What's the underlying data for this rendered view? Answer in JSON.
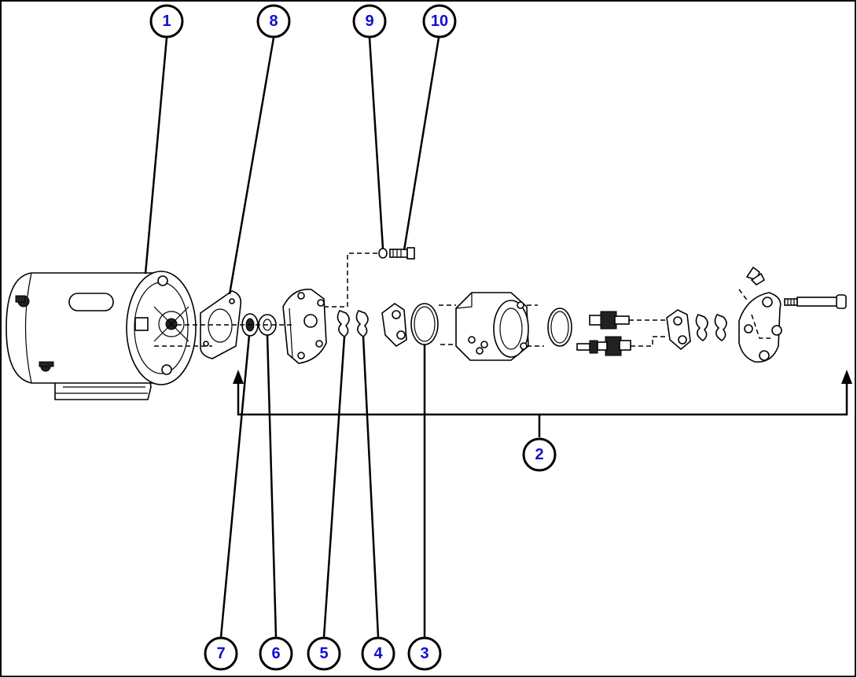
{
  "diagram": {
    "callouts": [
      {
        "id": "c1",
        "label": "1"
      },
      {
        "id": "c8",
        "label": "8"
      },
      {
        "id": "c9",
        "label": "9"
      },
      {
        "id": "c10",
        "label": "10"
      },
      {
        "id": "c2",
        "label": "2"
      },
      {
        "id": "c7",
        "label": "7"
      },
      {
        "id": "c6",
        "label": "6"
      },
      {
        "id": "c5",
        "label": "5"
      },
      {
        "id": "c4",
        "label": "4"
      },
      {
        "id": "c3",
        "label": "3"
      }
    ],
    "colors": {
      "callout_text": "#1010d0",
      "line": "#000000",
      "background": "#ffffff"
    }
  }
}
